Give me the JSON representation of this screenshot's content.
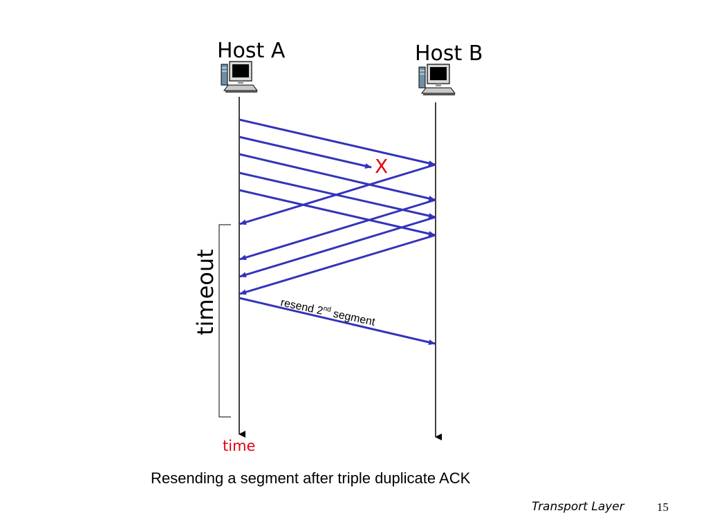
{
  "hosts": {
    "a_label": "Host A",
    "b_label": "Host B"
  },
  "annotations": {
    "loss_mark": "X",
    "timeout_label": "timeout",
    "resend_label_prefix": "resend 2",
    "resend_label_superscript": "nd",
    "resend_label_suffix": " segment",
    "time_label": "time"
  },
  "caption": "Resending a segment after triple duplicate ACK",
  "footer": {
    "title": "Transport Layer",
    "page_number": "15"
  },
  "colors": {
    "arrow": "#3333bb",
    "timeline": "#000000",
    "accent_red": "#e3000f",
    "background": "#ffffff"
  },
  "icons": [
    "desktop-computer-icon"
  ]
}
